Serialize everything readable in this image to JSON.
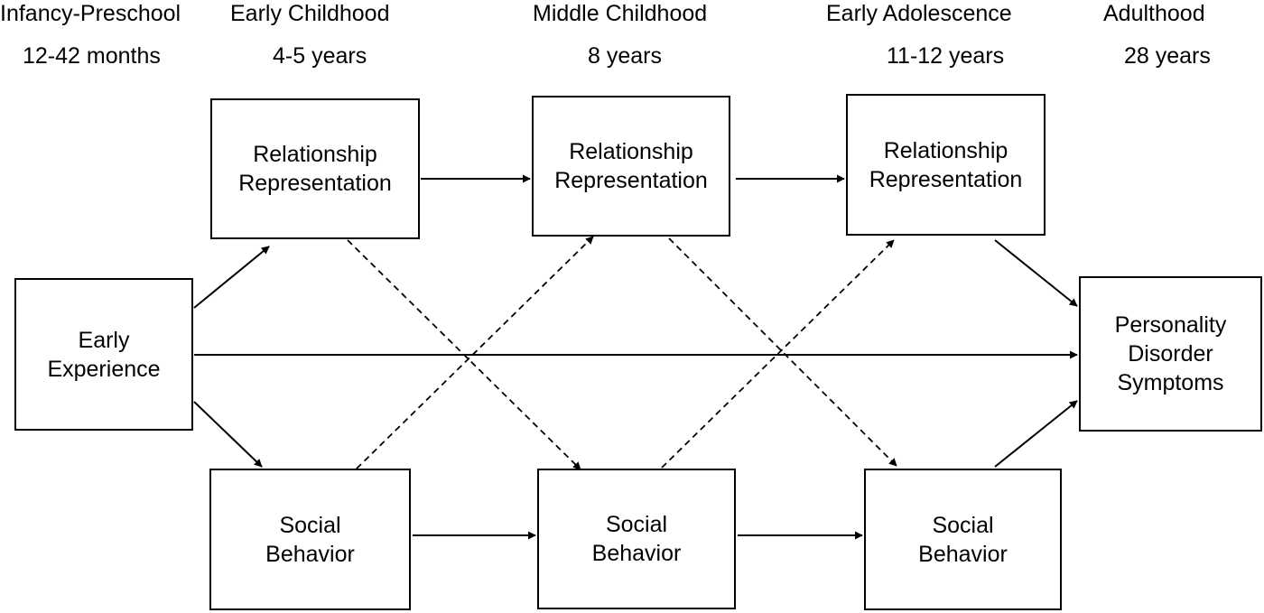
{
  "stages": [
    {
      "name": "Infancy-Preschool",
      "age": "12-42 months"
    },
    {
      "name": "Early Childhood",
      "age": "4-5 years"
    },
    {
      "name": "Middle Childhood",
      "age": "8 years"
    },
    {
      "name": "Early Adolescence",
      "age": "11-12 years"
    },
    {
      "name": "Adulthood",
      "age": "28 years"
    }
  ],
  "nodes": {
    "early_experience": {
      "line1": "Early",
      "line2": "Experience"
    },
    "rel_rep_1": {
      "line1": "Relationship",
      "line2": "Representation"
    },
    "rel_rep_2": {
      "line1": "Relationship",
      "line2": "Representation"
    },
    "rel_rep_3": {
      "line1": "Relationship",
      "line2": "Representation"
    },
    "soc_beh_1": {
      "line1": "Social",
      "line2": "Behavior"
    },
    "soc_beh_2": {
      "line1": "Social",
      "line2": "Behavior"
    },
    "soc_beh_3": {
      "line1": "Social",
      "line2": "Behavior"
    },
    "pd_symptoms": {
      "line1": "Personality",
      "line2": "Disorder",
      "line3": "Symptoms"
    }
  },
  "edges": [
    {
      "from": "early_experience",
      "to": "rel_rep_1",
      "style": "solid"
    },
    {
      "from": "early_experience",
      "to": "soc_beh_1",
      "style": "solid"
    },
    {
      "from": "early_experience",
      "to": "pd_symptoms",
      "style": "solid"
    },
    {
      "from": "rel_rep_1",
      "to": "rel_rep_2",
      "style": "solid"
    },
    {
      "from": "rel_rep_2",
      "to": "rel_rep_3",
      "style": "solid"
    },
    {
      "from": "soc_beh_1",
      "to": "soc_beh_2",
      "style": "solid"
    },
    {
      "from": "soc_beh_2",
      "to": "soc_beh_3",
      "style": "solid"
    },
    {
      "from": "rel_rep_3",
      "to": "pd_symptoms",
      "style": "solid"
    },
    {
      "from": "soc_beh_3",
      "to": "pd_symptoms",
      "style": "solid"
    },
    {
      "from": "rel_rep_1",
      "to": "soc_beh_2",
      "style": "dashed"
    },
    {
      "from": "soc_beh_1",
      "to": "rel_rep_2",
      "style": "dashed"
    },
    {
      "from": "rel_rep_2",
      "to": "soc_beh_3",
      "style": "dashed"
    },
    {
      "from": "soc_beh_2",
      "to": "rel_rep_3",
      "style": "dashed"
    }
  ]
}
